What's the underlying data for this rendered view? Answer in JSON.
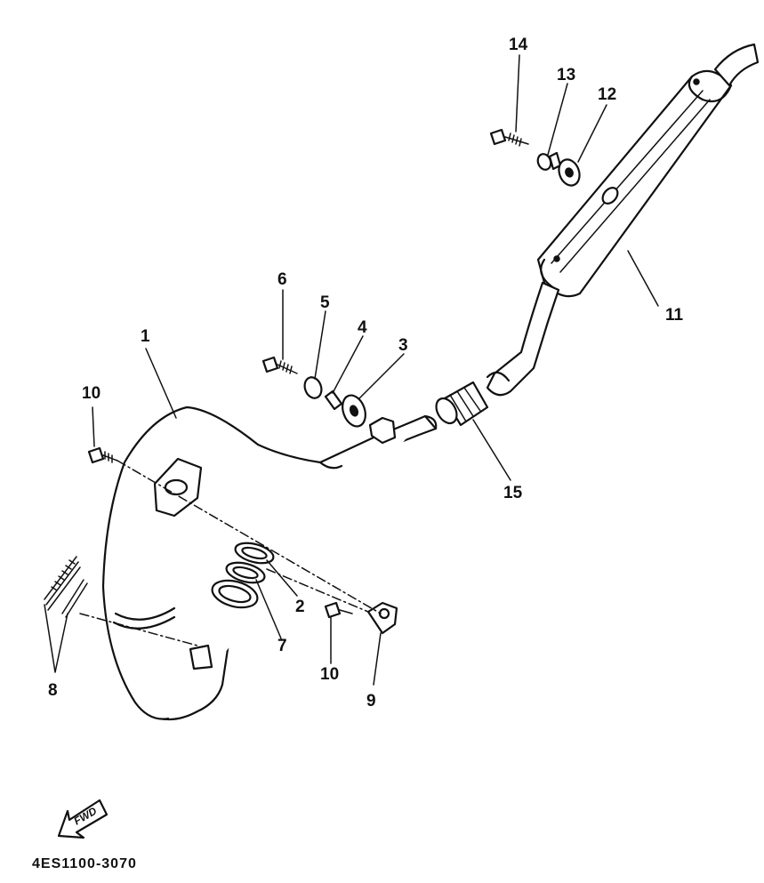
{
  "callouts": [
    {
      "id": "c1",
      "text": "1"
    },
    {
      "id": "c2",
      "text": "2"
    },
    {
      "id": "c3",
      "text": "3"
    },
    {
      "id": "c4",
      "text": "4"
    },
    {
      "id": "c5",
      "text": "5"
    },
    {
      "id": "c6",
      "text": "6"
    },
    {
      "id": "c7",
      "text": "7"
    },
    {
      "id": "c8",
      "text": "8"
    },
    {
      "id": "c9",
      "text": "9"
    },
    {
      "id": "c10a",
      "text": "10"
    },
    {
      "id": "c10b",
      "text": "10"
    },
    {
      "id": "c11",
      "text": "11"
    },
    {
      "id": "c12",
      "text": "12"
    },
    {
      "id": "c13",
      "text": "13"
    },
    {
      "id": "c14",
      "text": "14"
    },
    {
      "id": "c15",
      "text": "15"
    }
  ],
  "fwd_label": "FWD",
  "drawing_code": "4ES1100-3070"
}
